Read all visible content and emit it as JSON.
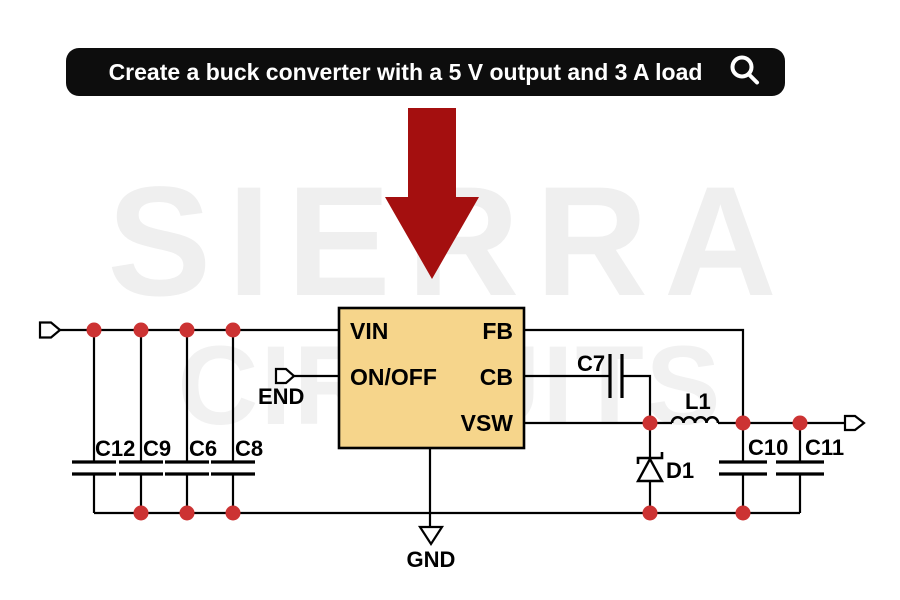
{
  "search": {
    "query": "Create a buck converter with a 5 V output and 3 A load",
    "icon": "magnifier-icon"
  },
  "watermark": {
    "line1": "SIERRA",
    "line2": "CIRCUITS"
  },
  "colors": {
    "search_bg": "#0d0d0d",
    "search_text": "#ffffff",
    "big_arrow_red": "#a40f0f",
    "junction_dot_red": "#cc3333",
    "ic_fill": "#f6d58b",
    "wire_black": "#000000",
    "watermark_gray": "#efefef"
  },
  "schematic": {
    "ic": {
      "pins": {
        "vin": "VIN",
        "on_off": "ON/OFF",
        "fb": "FB",
        "cb": "CB",
        "vsw": "VSW"
      }
    },
    "labels": {
      "enable": "END",
      "gnd": "GND",
      "c12": "C12",
      "c9": "C9",
      "c6": "C6",
      "c8": "C8",
      "c7": "C7",
      "l1": "L1",
      "d1": "D1",
      "c10": "C10",
      "c11": "C11"
    }
  }
}
